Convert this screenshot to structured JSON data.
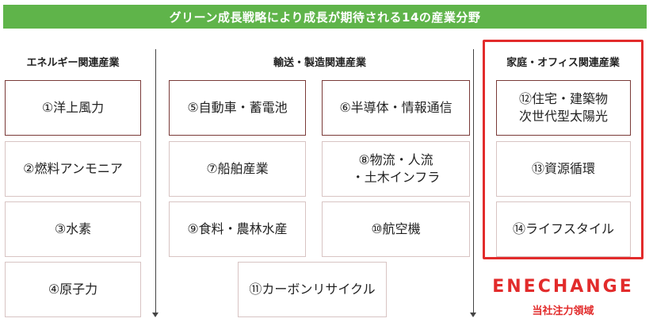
{
  "banner_title": "グリーン成長戦略により成長が期待される14の産業分野",
  "columns": {
    "energy": "エネルギー関連産業",
    "transport": "輸送・製造関連産業",
    "home": "家庭・オフィス関連産業"
  },
  "boxes": {
    "b1": "①洋上風力",
    "b2": "②燃料アンモニア",
    "b3": "③水素",
    "b4": "④原子力",
    "b5": "⑤自動車・蓄電池",
    "b6": "⑥半導体・情報通信",
    "b7": "⑦船舶産業",
    "b8": "⑧物流・人流\n・土木インフラ",
    "b9": "⑨食料・農林水産",
    "b10": "⑩航空機",
    "b11": "⑪カーボンリサイクル",
    "b12": "⑫住宅・建築物\n次世代型太陽光",
    "b13": "⑬資源循環",
    "b14": "⑭ライフスタイル"
  },
  "brand": {
    "logo": "ENECHANGE",
    "focus_label": "当社注力領域",
    "accent_color": "#e22b2b",
    "banner_color": "#5fb44a"
  }
}
